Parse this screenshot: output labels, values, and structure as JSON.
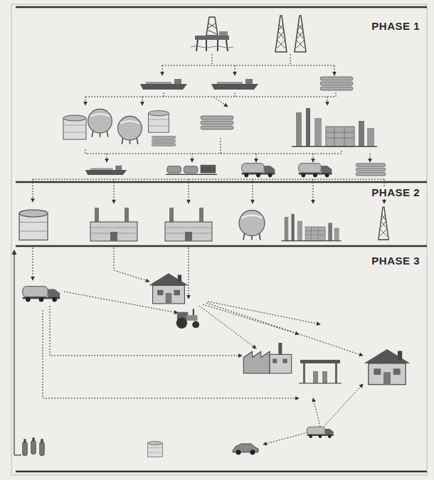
{
  "diagram": {
    "labels": [
      "PHASE 1",
      "PHASE 2",
      "PHASE 3"
    ]
  }
}
